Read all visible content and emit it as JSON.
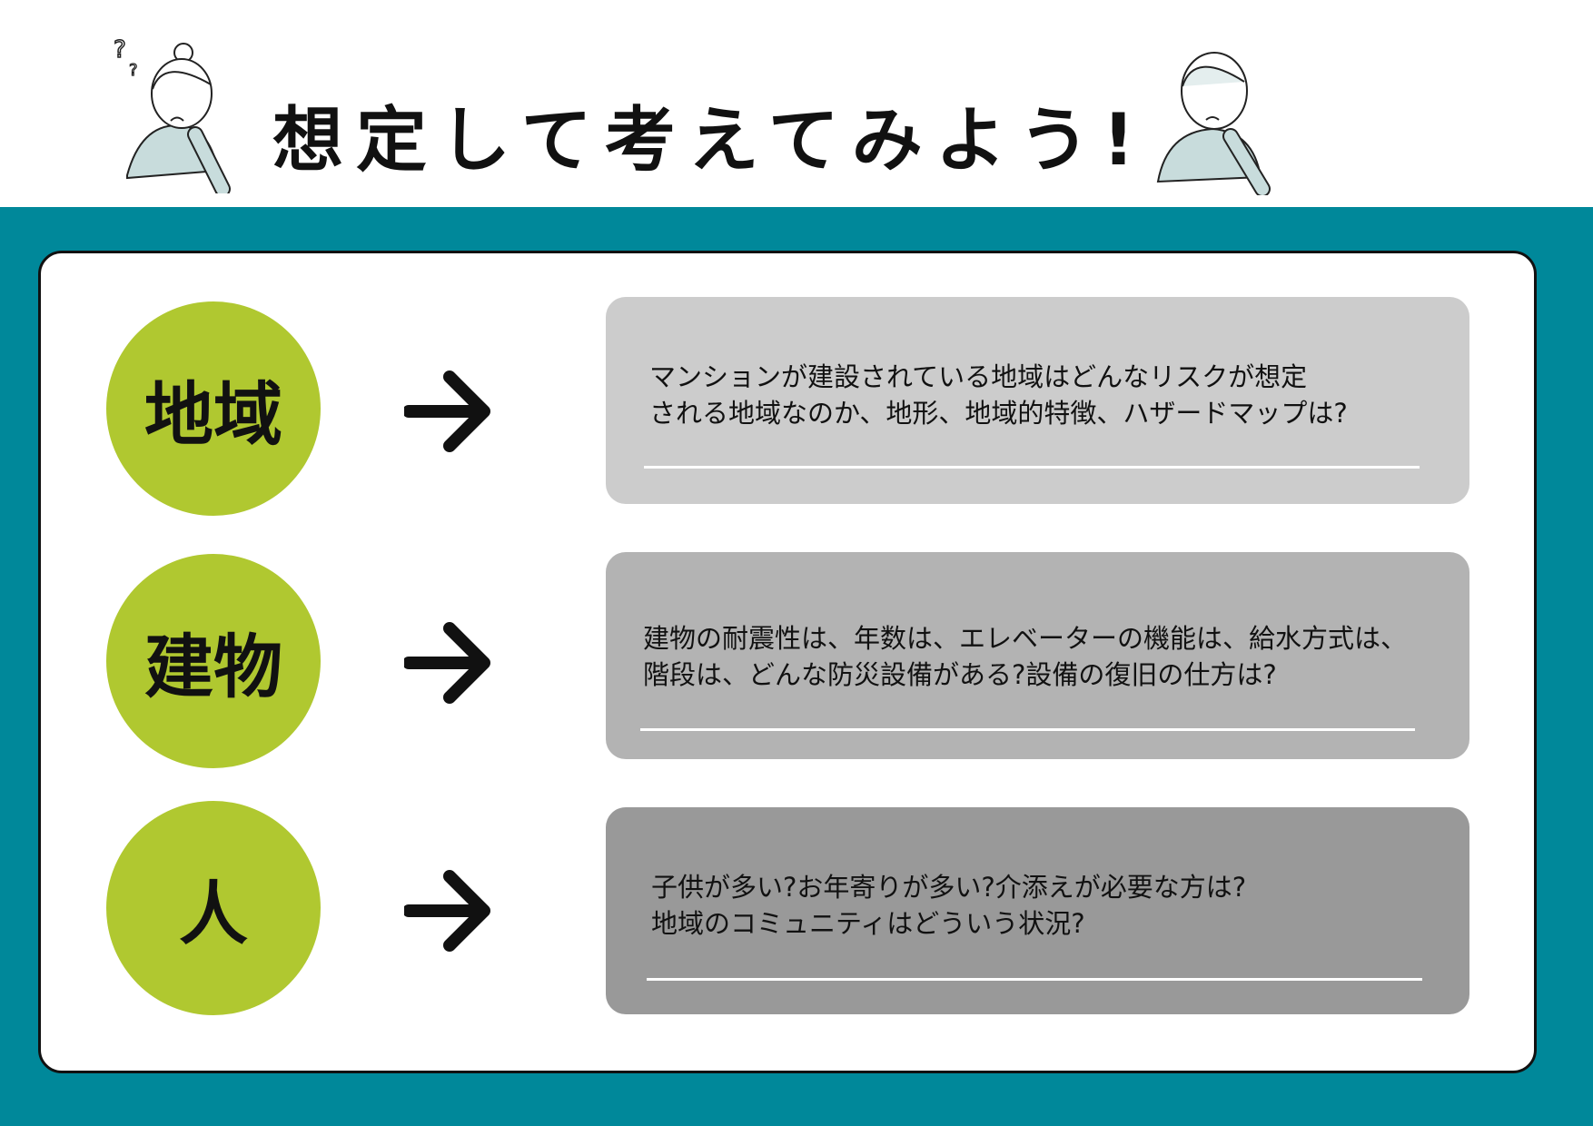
{
  "header": {
    "title": "想定して考えてみよう!"
  },
  "rows": [
    {
      "label": "地域",
      "color": "#cccccc",
      "lines": [
        "マンションが建設されている地域はどんなリスクが想定",
        "される地域なのか、地形、地域的特徴、ハザードマップは?"
      ]
    },
    {
      "label": "建物",
      "color": "#b3b3b3",
      "lines": [
        "建物の耐震性は、年数は、エレベーターの機能は、給水方式は、",
        "階段は、どんな防災設備がある?設備の復旧の仕方は?"
      ]
    },
    {
      "label": "人",
      "color": "#999999",
      "lines": [
        "子供が多い?お年寄りが多い?介添えが必要な方は?",
        "地域のコミュニティはどういう状況?"
      ]
    }
  ],
  "colors": {
    "teal": "#00889a",
    "green": "#b0c830"
  }
}
